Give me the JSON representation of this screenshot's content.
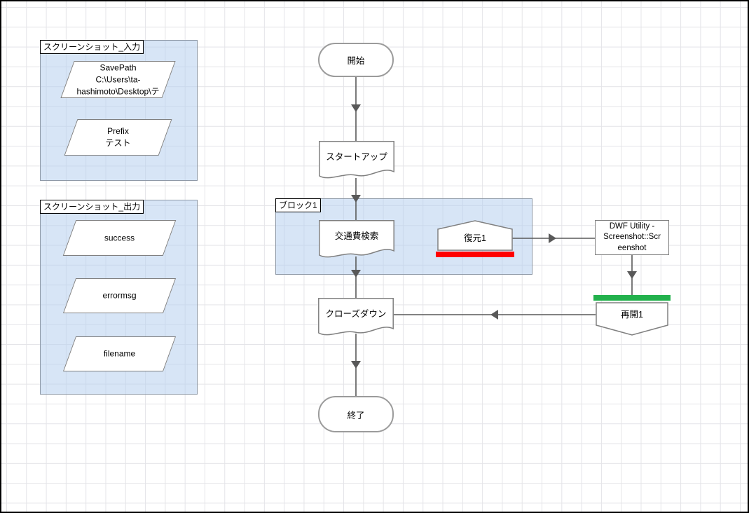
{
  "groups": {
    "input": {
      "label": "スクリーンショット_入力",
      "items": [
        {
          "lines": [
            "SavePath",
            "C:\\Users\\ta-",
            "hashimoto\\Desktop\\テ"
          ]
        },
        {
          "lines": [
            "Prefix",
            "テスト"
          ]
        }
      ]
    },
    "output": {
      "label": "スクリーンショット_出力",
      "items": [
        {
          "lines": [
            "success"
          ]
        },
        {
          "lines": [
            "errormsg"
          ]
        },
        {
          "lines": [
            "filename"
          ]
        }
      ]
    },
    "block1": {
      "label": "ブロック1"
    }
  },
  "nodes": {
    "start": {
      "label": "開始"
    },
    "startup": {
      "label": "スタートアップ"
    },
    "search": {
      "label": "交通費検索"
    },
    "restore": {
      "label": "復元1",
      "bar_color": "#ff0000"
    },
    "dwf": {
      "lines": [
        "DWF Utility -",
        "Screenshot::Scr",
        "eenshot"
      ]
    },
    "resume": {
      "label": "再開1",
      "bar_color": "#22b14c"
    },
    "closedown": {
      "label": "クローズダウン"
    },
    "end": {
      "label": "終了"
    }
  },
  "colors": {
    "group_fill": "#d3e2f4",
    "group_border": "#8d98a6",
    "node_border": "#808080",
    "connector": "#595959",
    "red_bar": "#ff0000",
    "green_bar": "#22b14c",
    "grid_line": "#e4e4e8",
    "canvas_border": "#000000"
  }
}
